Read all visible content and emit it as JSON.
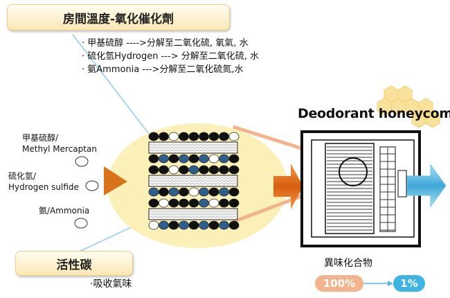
{
  "header": {
    "title": "房間溫度-氧化催化劑"
  },
  "reactions": [
    "· 甲基硫醇 ---->分解至二氧化硫, 氧氣, 水",
    "· 硫化氫Hydrogen ---> 分解至二氧化硫, 水",
    "· 氨Ammonia --->分解至二氧化硫氮,水"
  ],
  "inputs": {
    "methyl": [
      "甲基硫醇/",
      "Methyl Mercaptan"
    ],
    "hydrogen": [
      "硫化氫/",
      "Hydrogen sulfide"
    ],
    "ammonia": "氨/Ammonia"
  },
  "carbon": {
    "title": "活性碳",
    "note": "·吸收氣味"
  },
  "device": {
    "title": "Deodorant honeycomb",
    "compound": "異味化合物"
  },
  "result": {
    "from": "100%",
    "to": "1%"
  },
  "colors": {
    "black": "#111111",
    "blue": "#2e5f8c",
    "white": "#ffffff",
    "ellipse": "#fbf0b8",
    "orange": "#e0701a",
    "cyan": "#5ab9e0",
    "salmon": "#f3b48d",
    "honeycomb": "#f4d680"
  }
}
